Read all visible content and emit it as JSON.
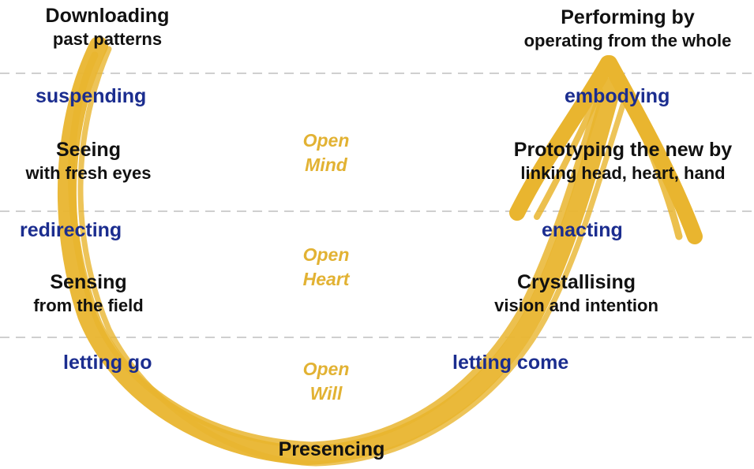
{
  "diagram": {
    "stages": {
      "downloading": {
        "main": "Downloading",
        "sub": "past patterns"
      },
      "seeing": {
        "main": "Seeing",
        "sub": "with fresh eyes"
      },
      "sensing": {
        "main": "Sensing",
        "sub": "from the field"
      },
      "presencing": {
        "main": "Presencing"
      },
      "crystallising": {
        "main": "Crystallising",
        "sub": "vision and intention"
      },
      "prototyping": {
        "main": "Prototyping the new by",
        "sub": "linking head, heart, hand"
      },
      "performing": {
        "main": "Performing by",
        "sub": "operating from the whole"
      }
    },
    "actions": {
      "suspending": "suspending",
      "redirecting": "redirecting",
      "letting_go": "letting go",
      "letting_come": "letting come",
      "enacting": "enacting",
      "embodying": "embodying"
    },
    "levels": {
      "mind": {
        "line1": "Open",
        "line2": "Mind"
      },
      "heart": {
        "line1": "Open",
        "line2": "Heart"
      },
      "will": {
        "line1": "Open",
        "line2": "Will"
      }
    },
    "colors": {
      "arrow": "#e9b52f",
      "action_text": "#1b2d8f",
      "open_text": "#e2b233",
      "stage_text": "#111111",
      "divider": "#cfcfcf"
    }
  }
}
